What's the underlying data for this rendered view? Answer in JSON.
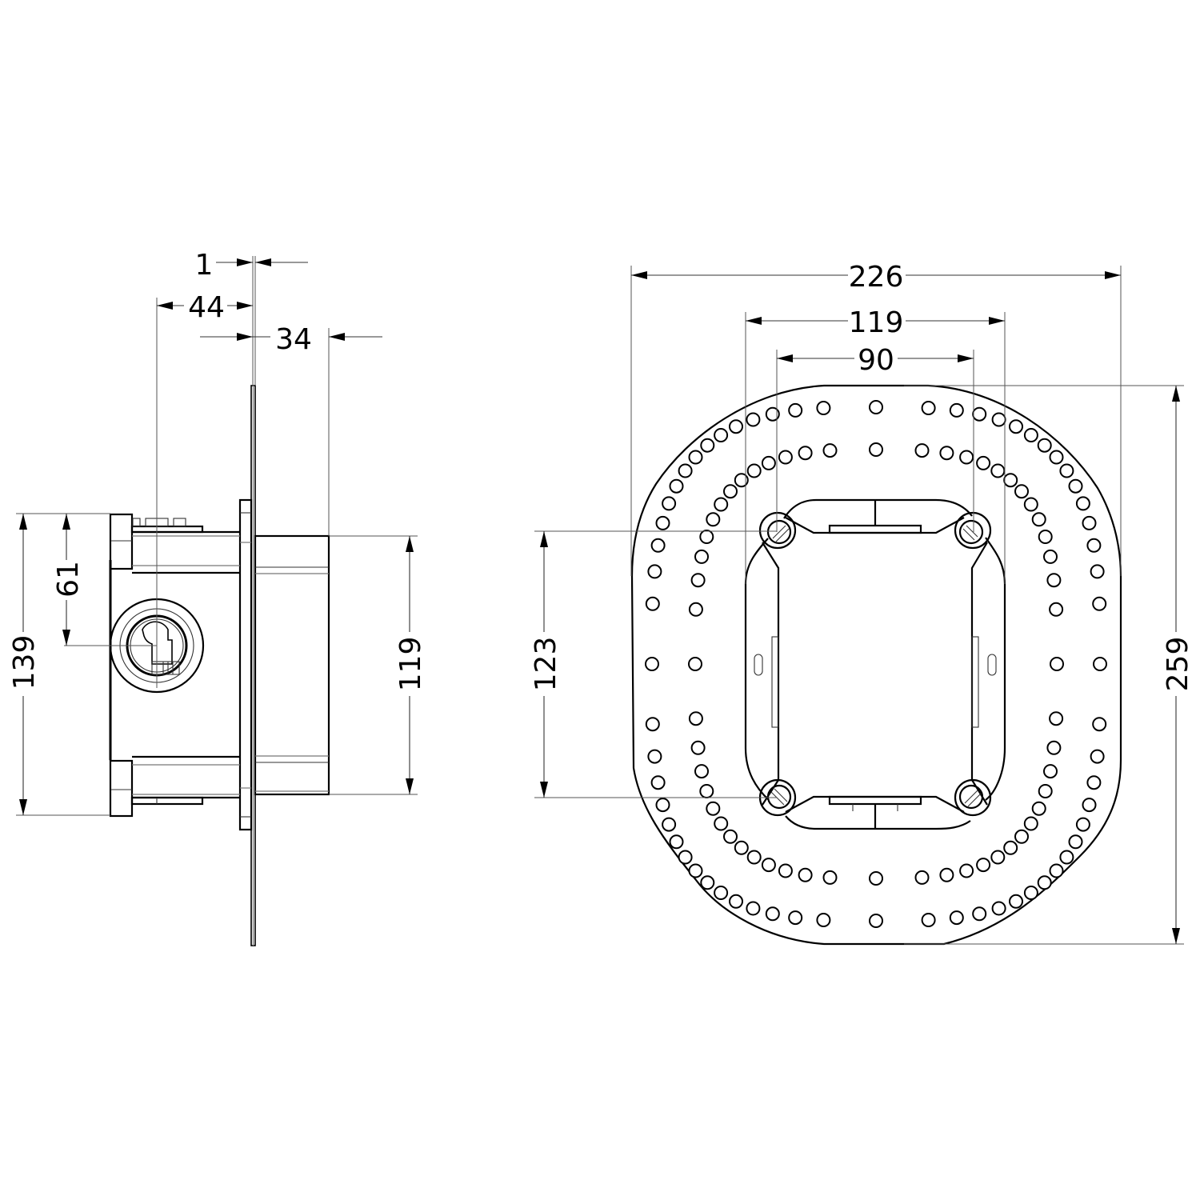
{
  "drawing": {
    "title": "Concealed mounting box – side and front views",
    "units": "mm",
    "line_color": "#000000",
    "background": "#ffffff"
  },
  "side_view": {
    "dimensions": {
      "plate_thickness": "1",
      "box_depth_behind_plate": "44",
      "projection_in_front": "34",
      "overall_height": "139",
      "inlet_center_offset": "61",
      "front_body_height": "119"
    }
  },
  "front_view": {
    "dimensions": {
      "plate_width": "226",
      "body_width": "119",
      "screw_spacing_horizontal": "90",
      "screw_spacing_vertical": "123",
      "plate_height": "259"
    },
    "hole_rings": {
      "outer_ring_count": 64,
      "inner_ring_count": 56
    },
    "screws": [
      "top-left",
      "top-right",
      "bottom-left",
      "bottom-right"
    ]
  }
}
